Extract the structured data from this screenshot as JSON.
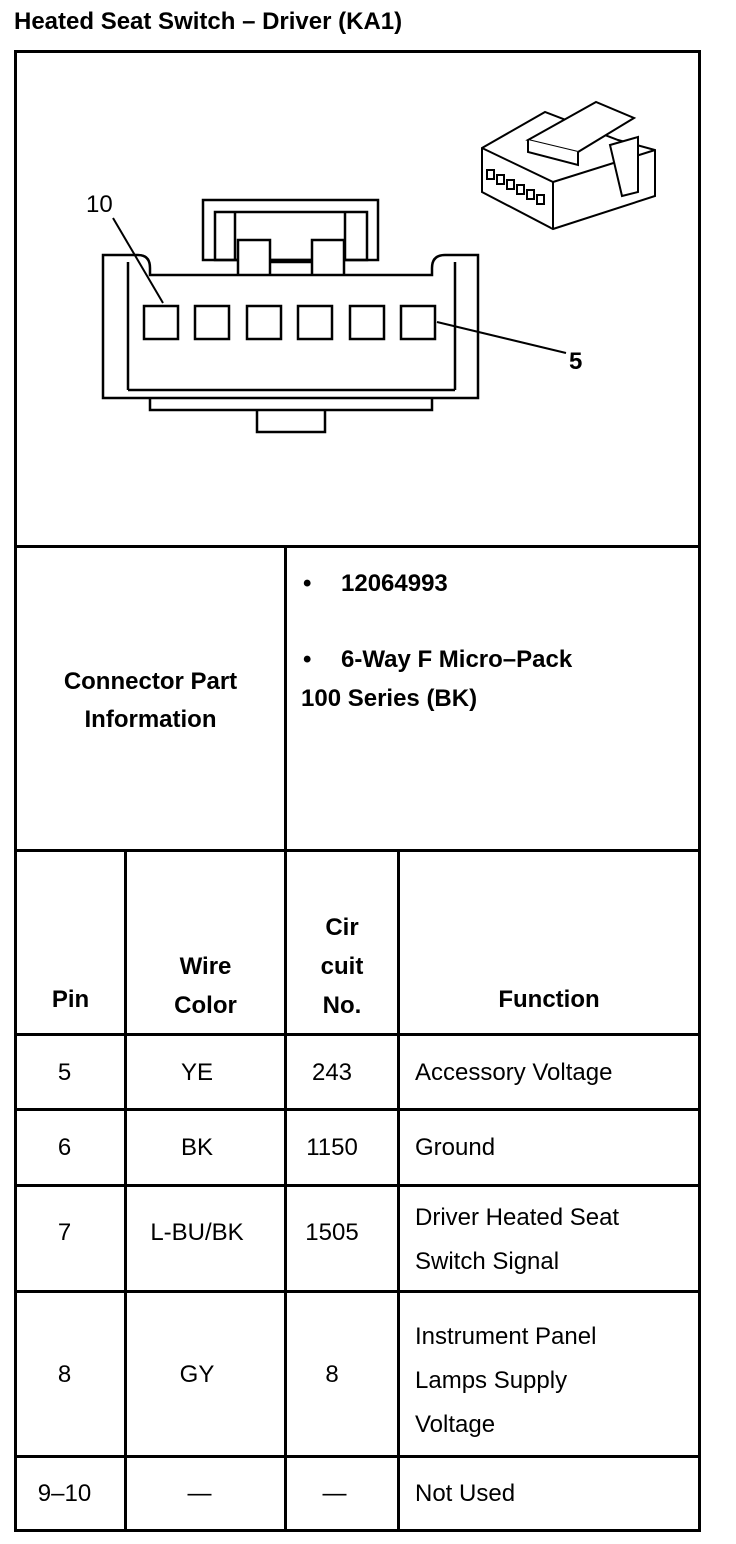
{
  "title": "Heated Seat Switch – Driver (KA1)",
  "diagram": {
    "label_pin_left": "10",
    "label_pin_right": "5"
  },
  "connector_info": {
    "label_line1": "Connector Part",
    "label_line2": "Information",
    "bullet": "•",
    "part_number": "12064993",
    "description_line1": "6-Way F Micro–Pack",
    "description_line2": "100 Series (BK)"
  },
  "headers": {
    "pin": "Pin",
    "wire_color_line1": "Wire",
    "wire_color_line2": "Color",
    "circuit_line1": "Cir",
    "circuit_line2": "cuit",
    "circuit_line3": "No.",
    "function": "Function"
  },
  "rows": [
    {
      "pin": "5",
      "wire": "YE",
      "circuit": "243",
      "function_lines": [
        "Accessory Voltage"
      ]
    },
    {
      "pin": "6",
      "wire": "BK",
      "circuit": "1150",
      "function_lines": [
        "Ground"
      ]
    },
    {
      "pin": "7",
      "wire": "L-BU/BK",
      "circuit": "1505",
      "function_lines": [
        "Driver Heated Seat",
        "Switch Signal"
      ]
    },
    {
      "pin": "8",
      "wire": "GY",
      "circuit": "8",
      "function_lines": [
        "Instrument Panel",
        "Lamps Supply",
        "Voltage"
      ]
    },
    {
      "pin": "9–10",
      "wire": "—",
      "circuit": "—",
      "function_lines": [
        "Not Used"
      ]
    }
  ]
}
